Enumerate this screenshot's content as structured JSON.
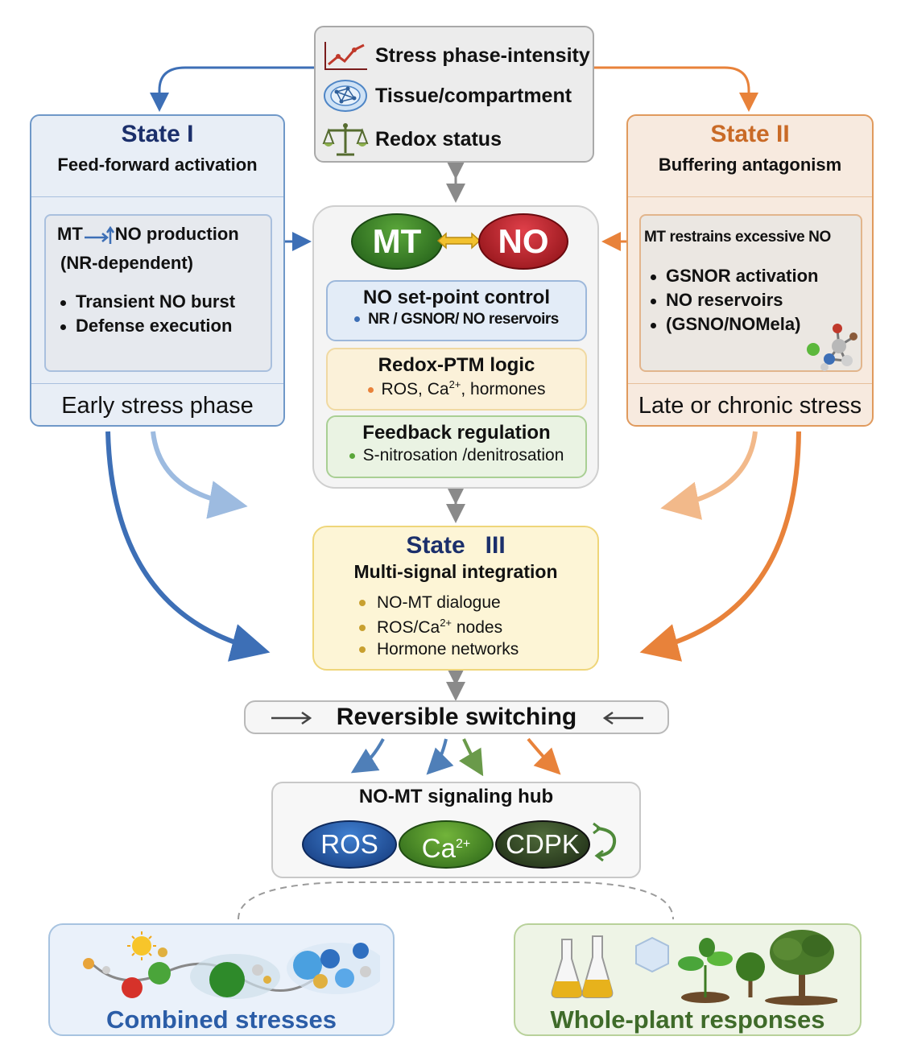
{
  "context": {
    "items": [
      {
        "label": "Stress phase-intensity",
        "icon": "line-chart-icon"
      },
      {
        "label": "Tissue/compartment",
        "icon": "cell-network-icon"
      },
      {
        "label": "Redox status",
        "icon": "balance-scale-icon"
      }
    ]
  },
  "state1": {
    "title": "State  I",
    "subtitle": "Feed-forward activation",
    "line1_a": "MT",
    "line1_b": "NO production",
    "line2": "(NR-dependent)",
    "bullets": [
      "Transient NO burst",
      "Defense execution"
    ],
    "footer": "Early stress phase"
  },
  "state2": {
    "title": "State II",
    "subtitle": "Buffering antagonism",
    "line1": "MT restrains excessive NO",
    "bullets": [
      "GSNOR activation",
      "NO reservoirs",
      "(GSNO/NOMela)"
    ],
    "footer": "Late or chronic stress"
  },
  "center": {
    "mt": "MT",
    "no": "NO",
    "box1_title": "NO set-point control",
    "box1_text": "NR / GSNOR/ NO reservoirs",
    "box2_title": "Redox-PTM logic",
    "box2_text_a": "ROS, Ca",
    "box2_sup": "2+",
    "box2_text_b": ", hormones",
    "box3_title": "Feedback regulation",
    "box3_text": "S-nitrosation /denitrosation"
  },
  "state3": {
    "title": "State   III",
    "subtitle": "Multi-signal integration",
    "item1": "NO-MT dialogue",
    "item2_a": "ROS/Ca",
    "item2_sup": "2+",
    "item2_b": " nodes",
    "item3": "Hormone networks"
  },
  "switching": {
    "label": "Reversible switching"
  },
  "hub": {
    "title": "NO-MT signaling hub",
    "ros": "ROS",
    "ca": "Ca",
    "ca_sup": "2+",
    "cdpk": "CDPK"
  },
  "bottom": {
    "left": "Combined stresses",
    "right": "Whole-plant responses"
  },
  "colors": {
    "blue": "#3d6fb6",
    "orange": "#e8823a",
    "navy": "#1b2f6b",
    "green": "#3f6b2a",
    "state2_title": "#c96a26"
  }
}
